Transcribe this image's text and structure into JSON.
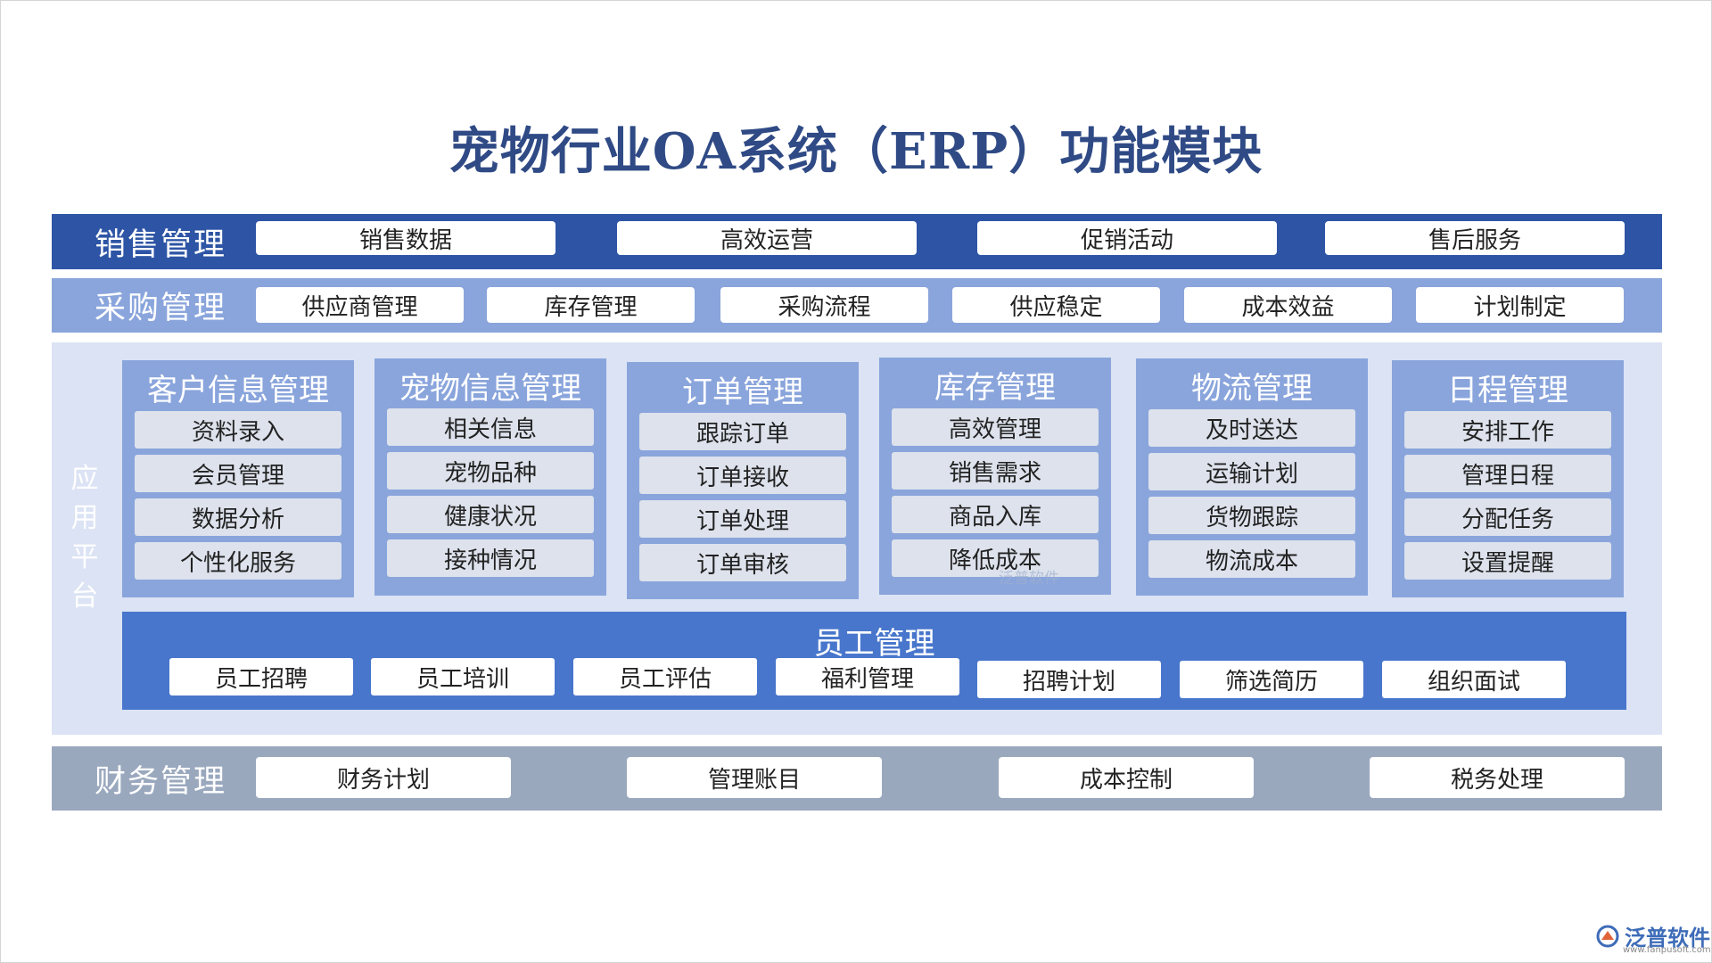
{
  "title": "宠物行业OA系统（ERP）功能模块",
  "sales": {
    "label": "销售管理",
    "items": [
      "销售数据",
      "高效运营",
      "促销活动",
      "售后服务"
    ]
  },
  "purchase": {
    "label": "采购管理",
    "items": [
      "供应商管理",
      "库存管理",
      "采购流程",
      "供应稳定",
      "成本效益",
      "计划制定"
    ]
  },
  "platform": {
    "label": "应用平台",
    "label_chars": [
      "应",
      "用",
      "平",
      "台"
    ],
    "modules": [
      {
        "title": "客户信息管理",
        "items": [
          "资料录入",
          "会员管理",
          "数据分析",
          "个性化服务"
        ]
      },
      {
        "title": "宠物信息管理",
        "items": [
          "相关信息",
          "宠物品种",
          "健康状况",
          "接种情况"
        ]
      },
      {
        "title": "订单管理",
        "items": [
          "跟踪订单",
          "订单接收",
          "订单处理",
          "订单审核"
        ]
      },
      {
        "title": "库存管理",
        "items": [
          "高效管理",
          "销售需求",
          "商品入库",
          "降低成本"
        ]
      },
      {
        "title": "物流管理",
        "items": [
          "及时送达",
          "运输计划",
          "货物跟踪",
          "物流成本"
        ]
      },
      {
        "title": "日程管理",
        "items": [
          "安排工作",
          "管理日程",
          "分配任务",
          "设置提醒"
        ]
      }
    ],
    "staff": {
      "title": "员工管理",
      "items": [
        "员工招聘",
        "员工培训",
        "员工评估",
        "福利管理",
        "招聘计划",
        "筛选简历",
        "组织面试"
      ]
    }
  },
  "finance": {
    "label": "财务管理",
    "items": [
      "财务计划",
      "管理账目",
      "成本控制",
      "税务处理"
    ]
  },
  "watermark": "泛普软件",
  "brand": {
    "name": "泛普软件",
    "url": "www.fanpusoft.com",
    "icon": "fanpu-logo-icon"
  },
  "colors": {
    "title": "#2f4a85",
    "sales_bar": "#2e55a5",
    "purchase_bar": "#8aa5dc",
    "finance_bar": "#9aa8be",
    "platform_bg": "#dbe3f4",
    "module_bg": "#8aa5dc",
    "staff_bg": "#4876cc"
  }
}
